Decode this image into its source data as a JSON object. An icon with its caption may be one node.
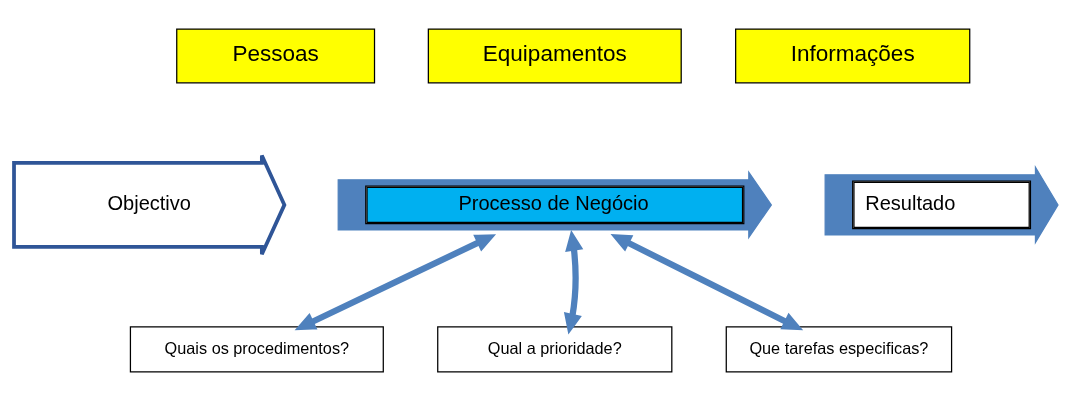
{
  "diagram": {
    "nodes": [
      {
        "text": [
          "Pessoas"
        ]
      },
      {
        "text": [
          "Equipamentos"
        ]
      },
      {
        "text": [
          "Informações"
        ]
      },
      {
        "text": [
          "Objectivo"
        ]
      },
      {
        "text": [
          "Processo de Negócio"
        ]
      },
      {
        "text": [
          "Resultado"
        ]
      },
      {
        "text": [
          "Quais os procedimentos?"
        ]
      },
      {
        "text": [
          "Qual a prioridade?"
        ]
      },
      {
        "text": [
          "Que tarefas especificas?"
        ]
      }
    ],
    "edges": [
      {
        "from": 4,
        "to": 6,
        "arrow": "both"
      },
      {
        "from": 4,
        "to": 7,
        "arrow": "both"
      },
      {
        "from": 4,
        "to": 8,
        "arrow": "both"
      }
    ]
  }
}
